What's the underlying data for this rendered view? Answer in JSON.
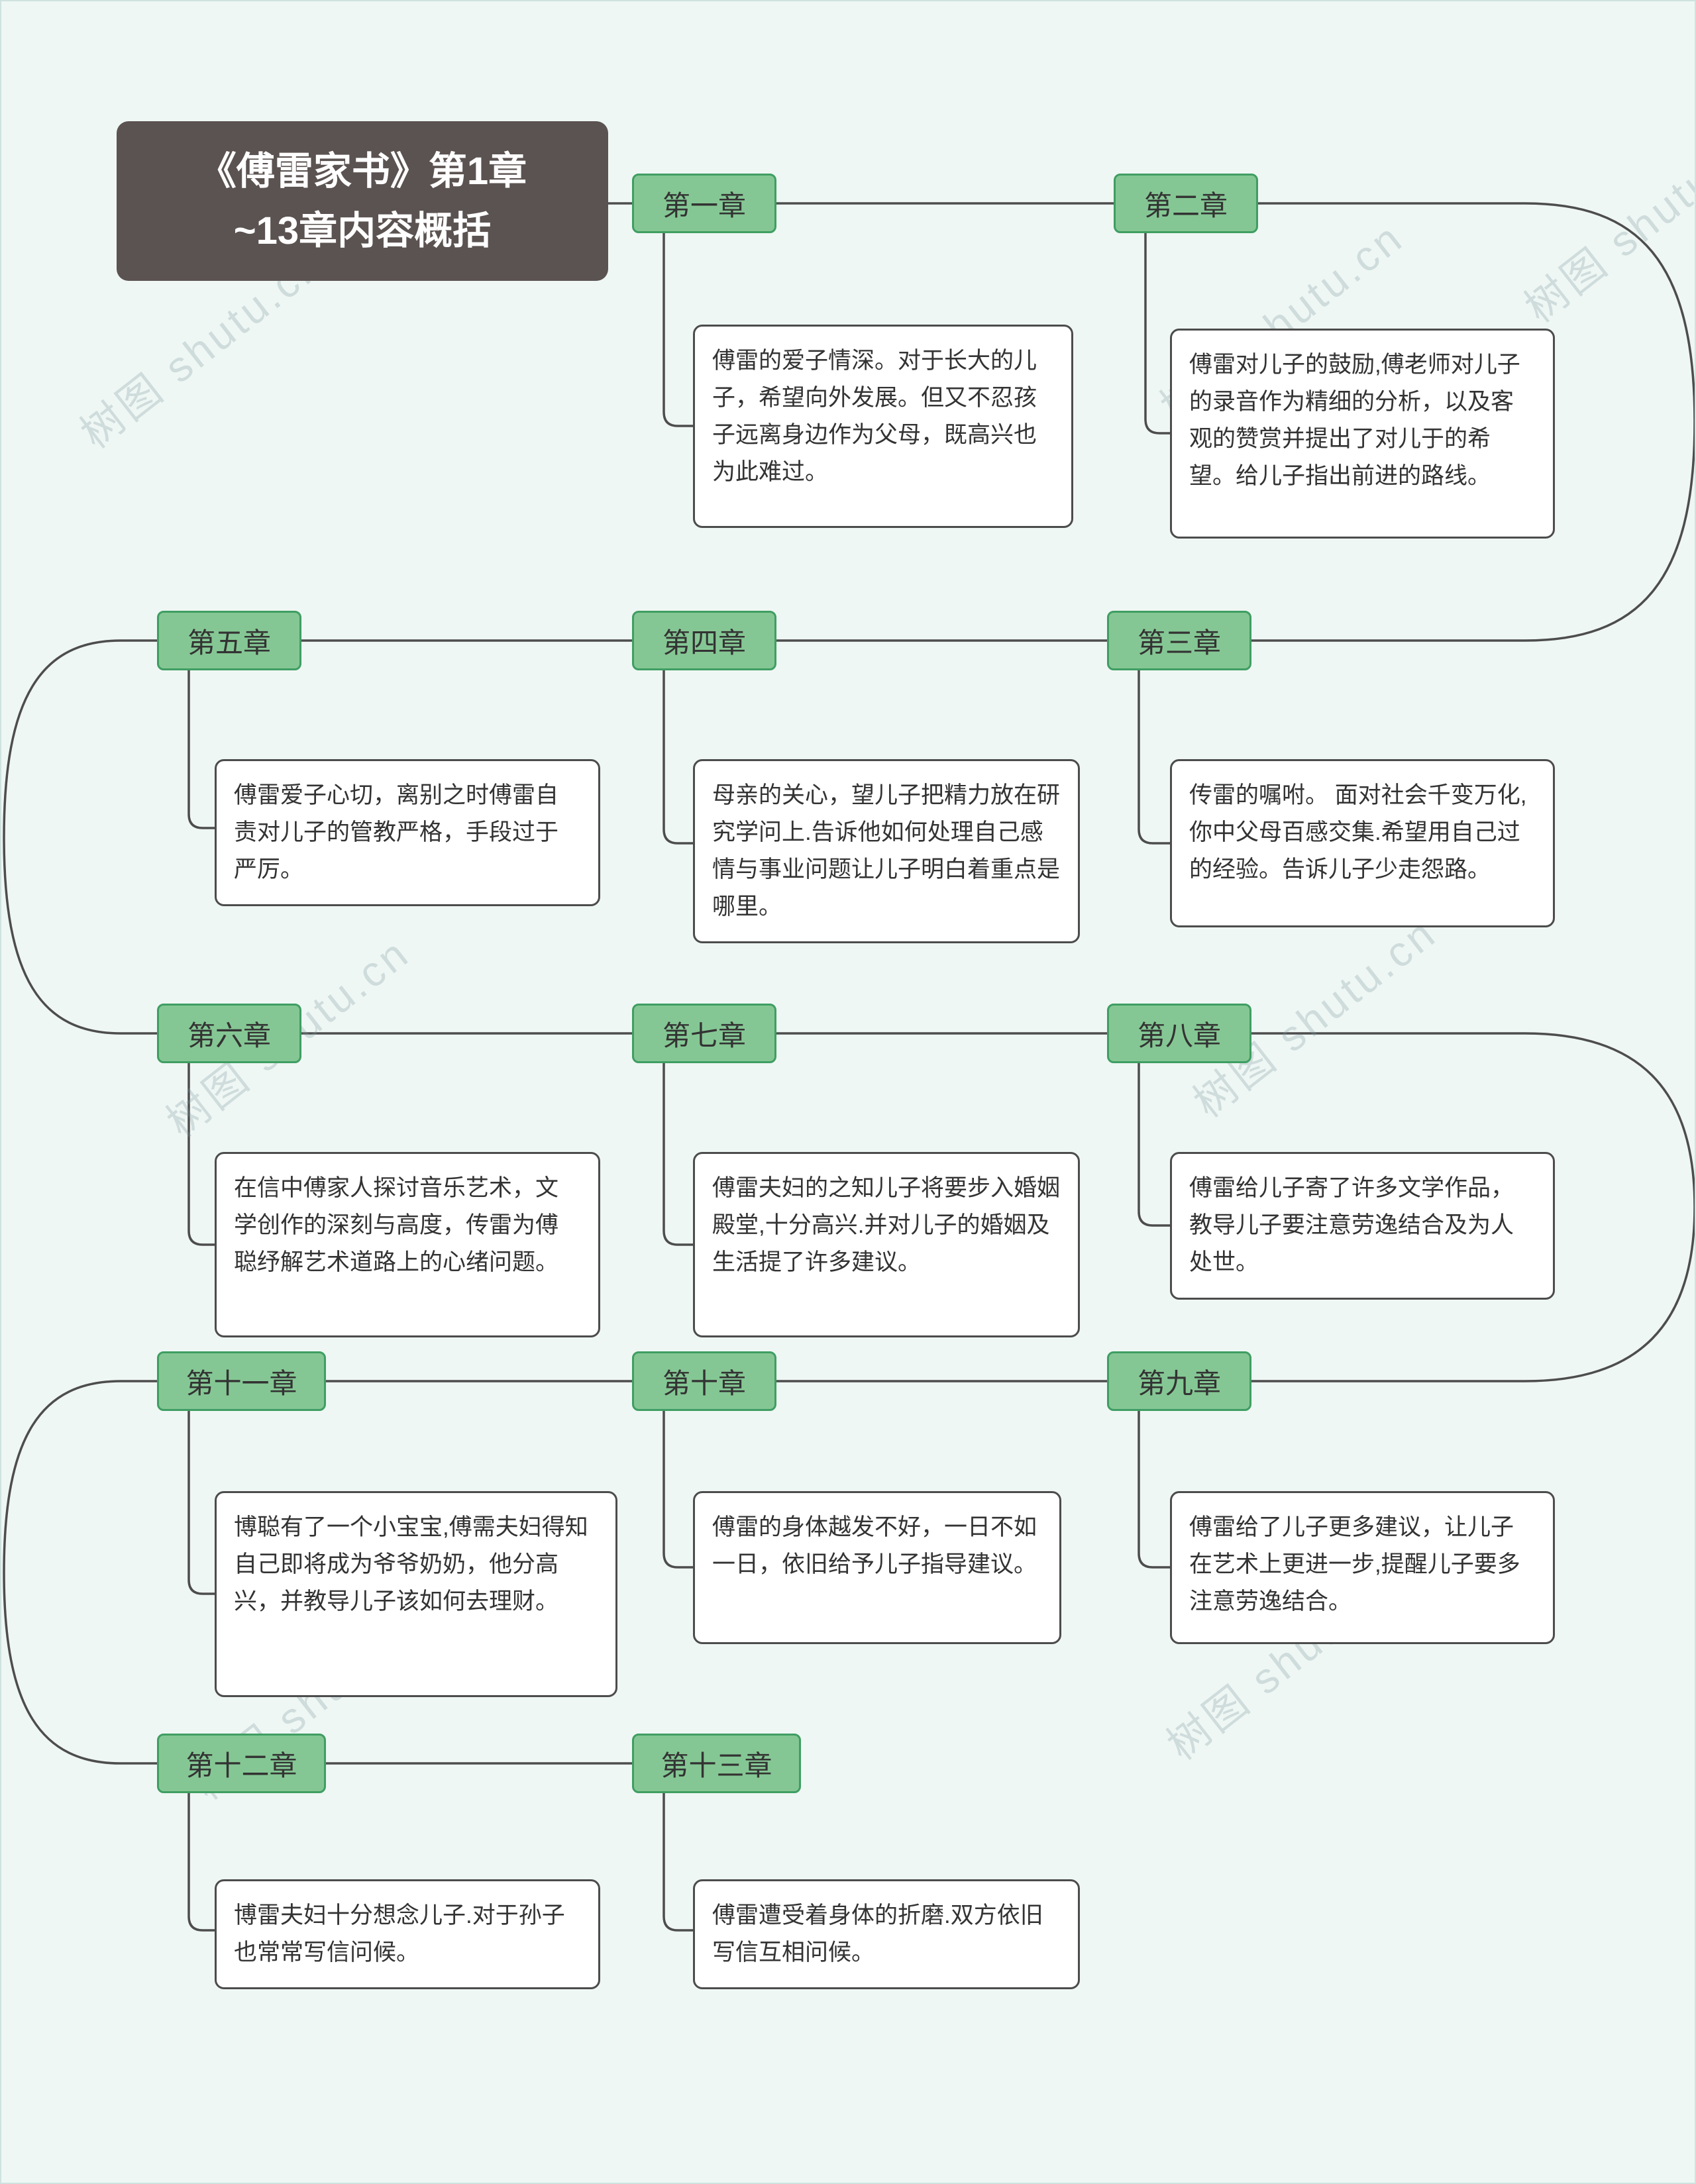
{
  "page": {
    "watermark": "树图 shutu.cn",
    "background_color": "#eff7f4"
  },
  "colors": {
    "node_fill": "#85c794",
    "node_border": "#3f9e63",
    "connector_line": "#4d4d4d",
    "title_background": "#5b5351",
    "title_text": "#ffffff",
    "desc_border": "#4c4c4c"
  },
  "title": {
    "line1": "《傅雷家书》第1章",
    "line2": "~13章内容概括"
  },
  "chapters": [
    {
      "label": "第一章",
      "desc": "傅雷的爱子情深。对于长大的儿子，希望向外发展。但又不忍孩子远离身边作为父母，既高兴也为此难过。"
    },
    {
      "label": "第二章",
      "desc": "傅雷对儿子的鼓励,傅老师对儿子的录音作为精细的分析，以及客观的赞赏并提出了对儿于的希望。给儿子指出前进的路线。"
    },
    {
      "label": "第三章",
      "desc": "传雷的嘱咐。 面对社会千变万化,你中父母百感交集.希望用自己过的经验。告诉儿子少走怨路。"
    },
    {
      "label": "第四章",
      "desc": "母亲的关心，望儿子把精力放在研究学问上.告诉他如何处理自己感情与事业问题让儿子明白着重点是哪里。"
    },
    {
      "label": "第五章",
      "desc": "傅雷爱子心切，离别之时傅雷自责对儿子的管教严格，手段过于严厉。"
    },
    {
      "label": "第六章",
      "desc": "在信中傅家人探讨音乐艺术，文学创作的深刻与高度，传雷为傅聪纾解艺术道路上的心绪问题。"
    },
    {
      "label": "第七章",
      "desc": "傅雷夫妇的之知儿子将要步入婚姻殿堂,十分高兴.并对儿子的婚姻及生活提了许多建议。"
    },
    {
      "label": "第八章",
      "desc": "傅雷给儿子寄了许多文学作品，教导儿子要注意劳逸结合及为人处世。"
    },
    {
      "label": "第九章",
      "desc": "傅雷给了儿子更多建议，让儿子在艺术上更进一步,提醒儿子要多注意劳逸结合。"
    },
    {
      "label": "第十章",
      "desc": "傅雷的身体越发不好，一日不如一日，依旧给予儿子指导建议。"
    },
    {
      "label": "第十一章",
      "desc": "博聪有了一个小宝宝,傅需夫妇得知自己即将成为爷爷奶奶，他分高兴，并教导儿子该如何去理财。"
    },
    {
      "label": "第十二章",
      "desc": "博雷夫妇十分想念儿子.对于孙子也常常写信问候。"
    },
    {
      "label": "第十三章",
      "desc": "傅雷遭受着身体的折磨.双方依旧写信互相问候。"
    }
  ]
}
